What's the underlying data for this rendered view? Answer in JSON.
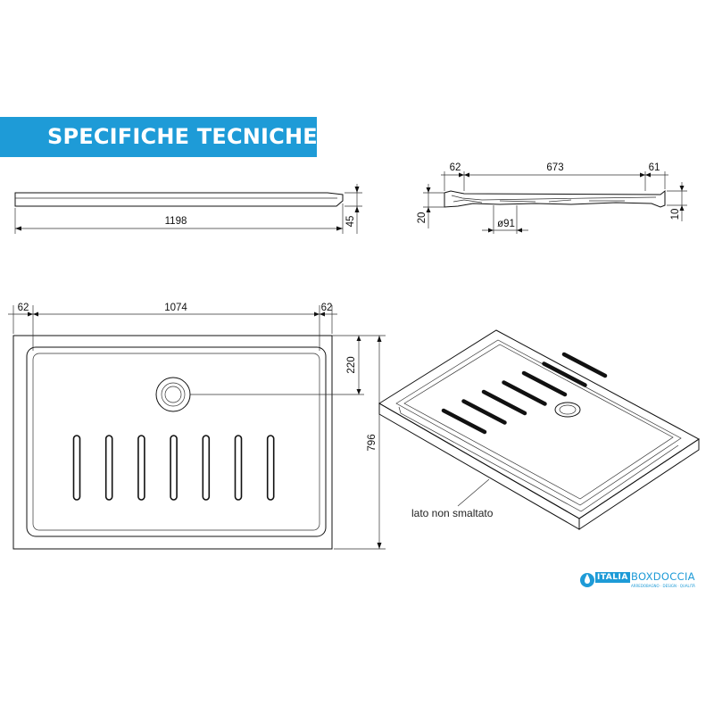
{
  "banner": {
    "title": "SPECIFICHE TECNICHE",
    "color": "#1e9bd7"
  },
  "side_view": {
    "length_label": "1198",
    "height_label": "45"
  },
  "section_view": {
    "left_rim_label": "62",
    "inner_label": "673",
    "right_rim_label": "61",
    "left_height_label": "20",
    "right_height_label": "10",
    "drain_diameter_label": "ø91"
  },
  "top_view": {
    "left_rim_label": "62",
    "inner_length_label": "1074",
    "right_rim_label": "62",
    "drain_offset_label": "220",
    "width_label": "796",
    "slot_count": 7
  },
  "iso_view": {
    "note": "lato non smaltato"
  },
  "logo": {
    "brand_prefix": "ITALIA",
    "brand_name": "BOXDOCCIA",
    "tagline": "ARREDOBAGNO · DESIGN · QUALITÀ",
    "color": "#1e9bd7"
  }
}
